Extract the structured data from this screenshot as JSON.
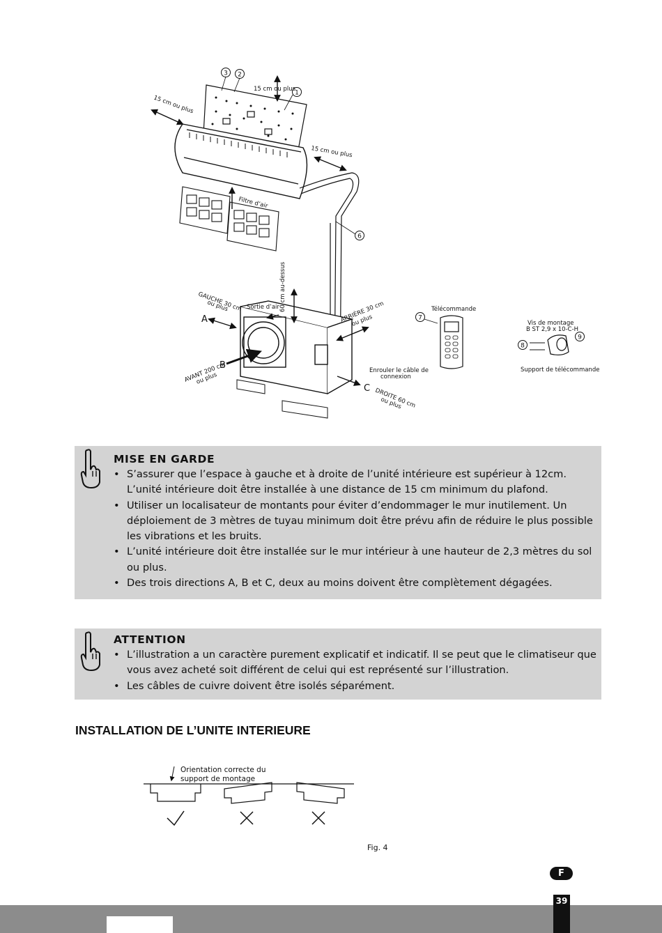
{
  "diagram": {
    "labels": {
      "top_clearance": "15 cm ou plus",
      "left_clearance": "15 cm ou plus",
      "right_clearance": "15 cm ou plus",
      "filter": "Filtre d’air",
      "above": "60 cm au-dessus",
      "air_outlet": "Sortie d’air",
      "left_side_1": "GAUCHE 30 cm",
      "left_side_2": "ou plus",
      "rear_1": "ARRIÈRE 30 cm",
      "rear_2": "ou plus",
      "front_1": "AVANT 200 cm",
      "front_2": "ou plus",
      "right_side_1": "DROITE 60 cm",
      "right_side_2": "ou plus",
      "wind_cable_1": "Enrouler le câble de",
      "wind_cable_2": "connexion",
      "remote": "Télécommande",
      "screws_1": "Vis de montage",
      "screws_2": "B ST 2,9 x 10-C-H",
      "remote_holder": "Support de télécommande",
      "dir_a": "A",
      "dir_b": "B",
      "dir_c": "C"
    },
    "callouts": [
      "1",
      "2",
      "3",
      "6",
      "7",
      "8",
      "9"
    ]
  },
  "warning_box": {
    "title": "MISE EN GARDE",
    "icon": "pointing-hand-icon",
    "items": [
      "S’assurer que l’espace à gauche et à droite de l’unité intérieure est supérieur à 12cm. L’unité intérieure doit être installée à une distance de 15 cm minimum du plafond.",
      "Utiliser un localisateur de montants pour éviter d’endommager le mur inutilement. Un déploiement de 3 mètres de tuyau minimum doit être prévu afin de réduire le plus possible les vibrations et les bruits.",
      "L’unité intérieure doit être installée sur le mur intérieur à une hauteur de 2,3 mètres du sol ou plus.",
      "Des trois directions A, B et C, deux au moins doivent être complètement dégagées."
    ]
  },
  "attention_box": {
    "title": "ATTENTION",
    "icon": "pointing-hand-icon",
    "items": [
      "L’illustration a un caractère purement explicatif et indicatif. Il se peut que le climatiseur que vous avez acheté soit différent de celui qui est représenté sur l’illustration.",
      "Les câbles de cuivre doivent être isolés séparément."
    ]
  },
  "section_title": "INSTALLATION DE L’UNITE INTERIEURE",
  "fig4": {
    "label_1": "Orientation correcte du",
    "label_2": "support de montage",
    "caption": "Fig. 4",
    "marks": [
      "check-icon",
      "cross-icon",
      "cross-icon"
    ]
  },
  "footer": {
    "language": "F",
    "page_number": "39"
  },
  "colors": {
    "box_background": "#d3d3d3",
    "footer_bar": "#8c8c8c",
    "dark": "#111111"
  }
}
